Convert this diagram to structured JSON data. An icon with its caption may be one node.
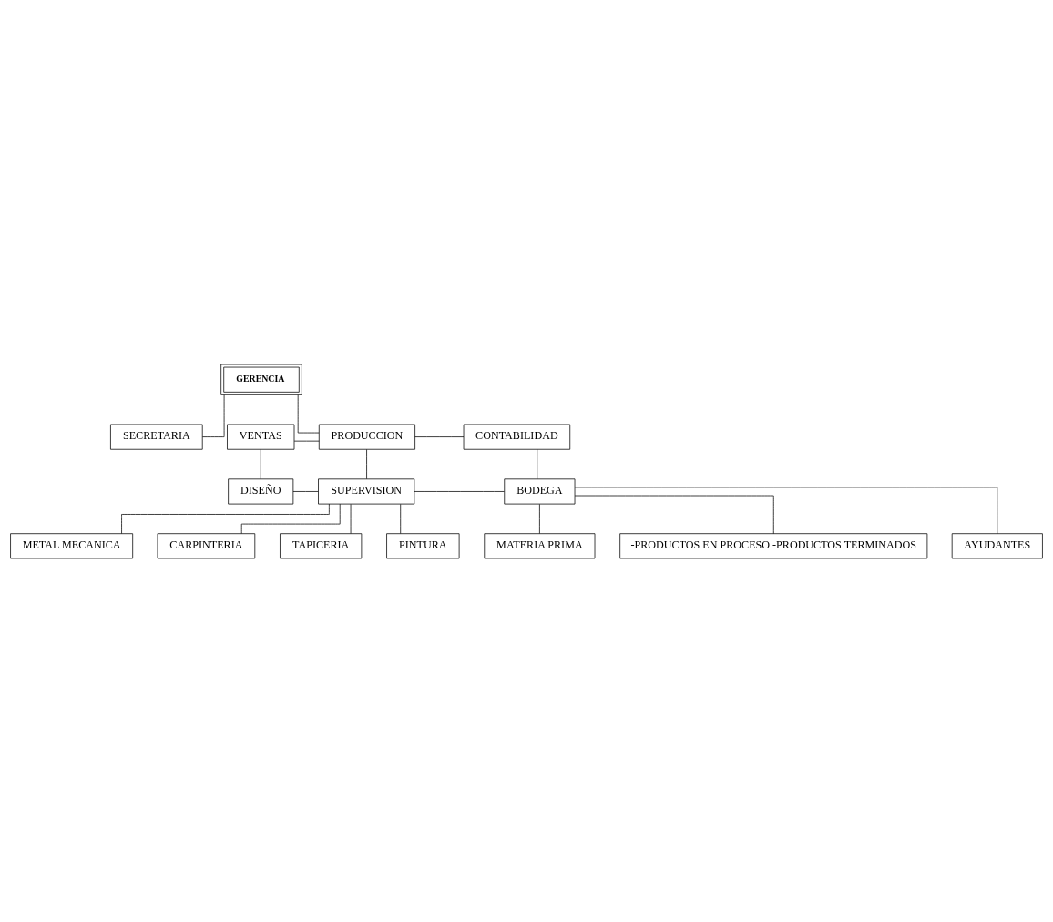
{
  "diagram": {
    "nodes": [
      {
        "text": [
          "GERENCIA"
        ]
      },
      {
        "text": [
          "SECRETARIA"
        ]
      },
      {
        "text": [
          "VENTAS"
        ]
      },
      {
        "text": [
          "PRODUCCION"
        ]
      },
      {
        "text": [
          "CONTABILIDAD"
        ]
      },
      {
        "text": [
          "DISEÑO"
        ]
      },
      {
        "text": [
          "SUPERVISION"
        ]
      },
      {
        "text": [
          "BODEGA"
        ]
      },
      {
        "text": [
          "METAL MECANICA"
        ]
      },
      {
        "text": [
          "CARPINTERIA"
        ]
      },
      {
        "text": [
          "TAPICERIA"
        ]
      },
      {
        "text": [
          "PINTURA"
        ]
      },
      {
        "text": [
          "MATERIA PRIMA"
        ]
      },
      {
        "text": [
          "-PRODUCTOS EN PROCESO -PRODUCTOS TERMINADOS"
        ]
      },
      {
        "text": [
          "AYUDANTES"
        ]
      }
    ],
    "edges": [
      {
        "from": 0,
        "to": 1,
        "arrow": "none"
      },
      {
        "from": 0,
        "to": 3,
        "arrow": "none"
      },
      {
        "from": 2,
        "to": 3,
        "arrow": "none"
      },
      {
        "from": 3,
        "to": 4,
        "arrow": "none"
      },
      {
        "from": 2,
        "to": 5,
        "arrow": "none"
      },
      {
        "from": 3,
        "to": 6,
        "arrow": "none"
      },
      {
        "from": 4,
        "to": 7,
        "arrow": "none"
      },
      {
        "from": 5,
        "to": 6,
        "arrow": "none"
      },
      {
        "from": 6,
        "to": 7,
        "arrow": "none"
      },
      {
        "from": 6,
        "to": 8,
        "arrow": "none"
      },
      {
        "from": 6,
        "to": 9,
        "arrow": "none"
      },
      {
        "from": 6,
        "to": 10,
        "arrow": "none"
      },
      {
        "from": 6,
        "to": 11,
        "arrow": "none"
      },
      {
        "from": 7,
        "to": 12,
        "arrow": "none"
      },
      {
        "from": 7,
        "to": 13,
        "arrow": "none"
      },
      {
        "from": 7,
        "to": 14,
        "arrow": "none"
      }
    ]
  }
}
